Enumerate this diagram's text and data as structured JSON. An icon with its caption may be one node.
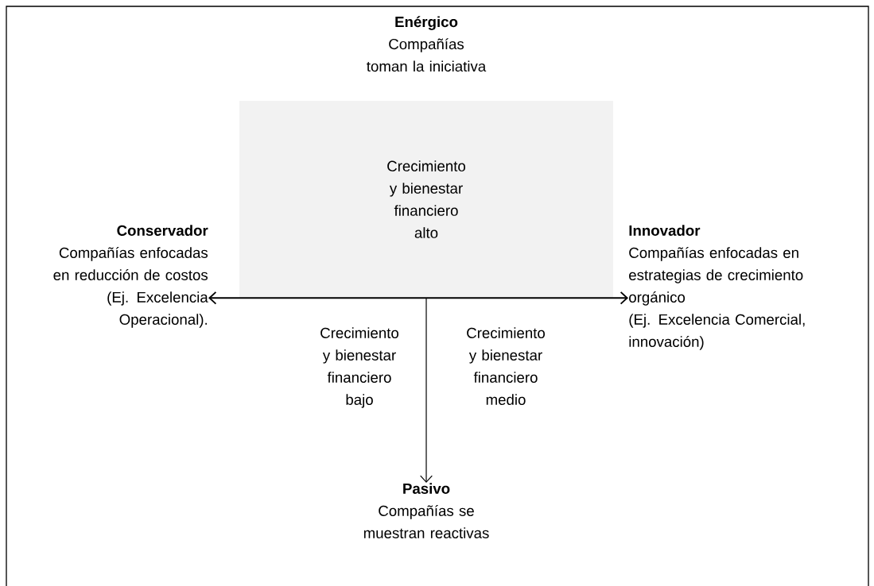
{
  "diagram": {
    "nodes": [
      {
        "text": [
          "Enérgico",
          "Compañías toman la iniciativa"
        ]
      },
      {
        "text": [
          "Crecimiento y bienestar financiero alto"
        ]
      },
      {
        "text": [
          "Conservador",
          "Compañías enfocadas en reducción de costos",
          "(Ej. Excelencia Operacional)."
        ]
      },
      {
        "text": [
          "Innovador",
          "Compañías enfocadas en estrategias de crecimiento orgánico",
          "(Ej. Excelencia Comercial, innovación)"
        ]
      },
      {
        "text": [
          "Pasivo",
          "Compañías se muestran reactivas"
        ]
      }
    ],
    "edges": [
      {
        "from": 2,
        "to": 3,
        "arrow": "both"
      },
      {
        "from": 1,
        "to": 4,
        "arrow": "to"
      }
    ],
    "labels": [
      "Crecimiento y bienestar financiero bajo",
      "Crecimiento y bienestar financiero medio"
    ]
  }
}
